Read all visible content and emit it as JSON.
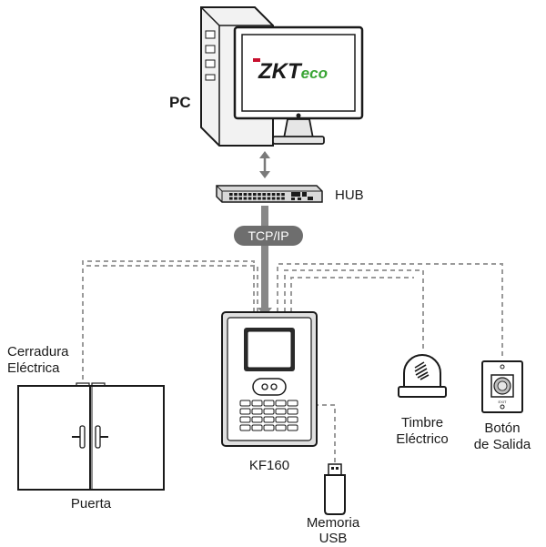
{
  "brand": {
    "logo_text": "ZKTeco"
  },
  "labels": {
    "pc": "PC",
    "hub": "HUB",
    "tcpip": "TCP/IP",
    "device": "KF160",
    "lock_line1": "Cerradura",
    "lock_line2": "Eléctrica",
    "door": "Puerta",
    "bell_line1": "Timbre",
    "bell_line2": "Eléctrico",
    "exit_line1": "Botón",
    "exit_line2": "de Salida",
    "usb_line1": "Memoria",
    "usb_line2": "USB",
    "exit_button_text": "EXIT"
  },
  "colors": {
    "line": "#1a1a1a",
    "dashed": "#9a9a9a",
    "tcp_badge": "#6e6e6e",
    "logo_red": "#c8102e",
    "logo_green": "#3aa535"
  }
}
